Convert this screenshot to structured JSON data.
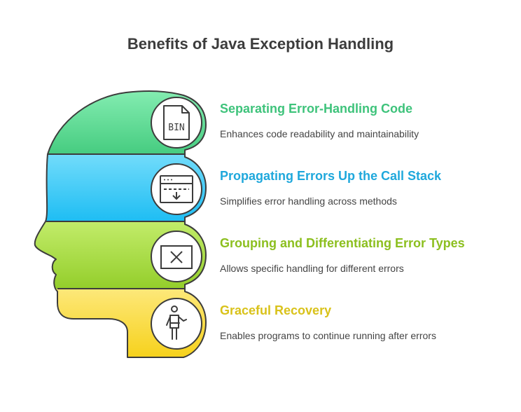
{
  "title": "Benefits of Java Exception Handling",
  "items": [
    {
      "title": "Separating Error-Handling Code",
      "description": "Enhances code readability and maintainability",
      "icon": "binary-file-icon",
      "color": "#3ec37b",
      "fill": "#5dd891"
    },
    {
      "title": "Propagating Errors Up the Call Stack",
      "description": "Simplifies error handling across methods",
      "icon": "browser-download-icon",
      "color": "#1fa8dc",
      "fill": "#36c3f3"
    },
    {
      "title": "Grouping and Differentiating Error Types",
      "description": "Allows specific handling for different errors",
      "icon": "close-window-icon",
      "color": "#8cbf1f",
      "fill": "#a2d63b"
    },
    {
      "title": "Graceful Recovery",
      "description": "Enables programs to continue running after errors",
      "icon": "person-recovery-icon",
      "color": "#d9c21a",
      "fill": "#f6dc2e"
    }
  ],
  "icon_text": {
    "bin": "BIN"
  }
}
